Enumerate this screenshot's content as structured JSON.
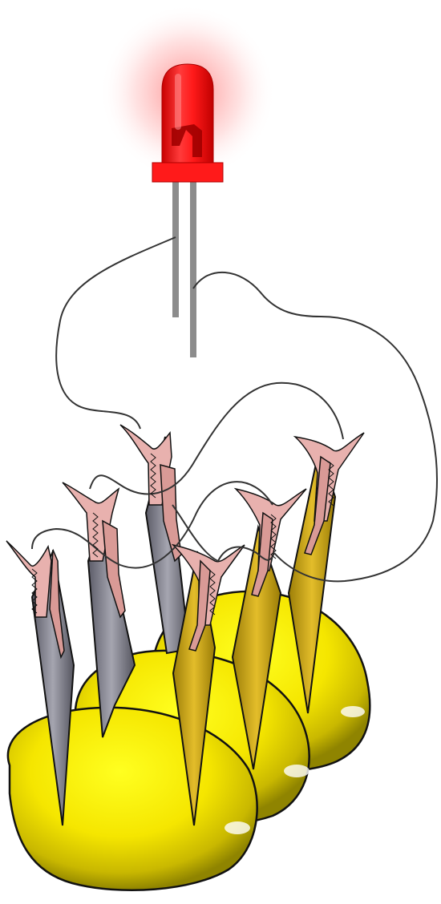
{
  "scene": {
    "led": {
      "color": "#ff1010",
      "glow": "#ff4040",
      "lead_color": "#8c8c8c"
    },
    "cells": [
      {
        "name": "lemon-cell-1"
      },
      {
        "name": "lemon-cell-2"
      },
      {
        "name": "lemon-cell-3"
      }
    ],
    "electrode_colors": {
      "zinc": "#7b7b86",
      "copper": "#c9a514"
    },
    "clip_color": "#e8b1ae",
    "lemon_color": "#ffee00",
    "wire_color": "#333333"
  }
}
